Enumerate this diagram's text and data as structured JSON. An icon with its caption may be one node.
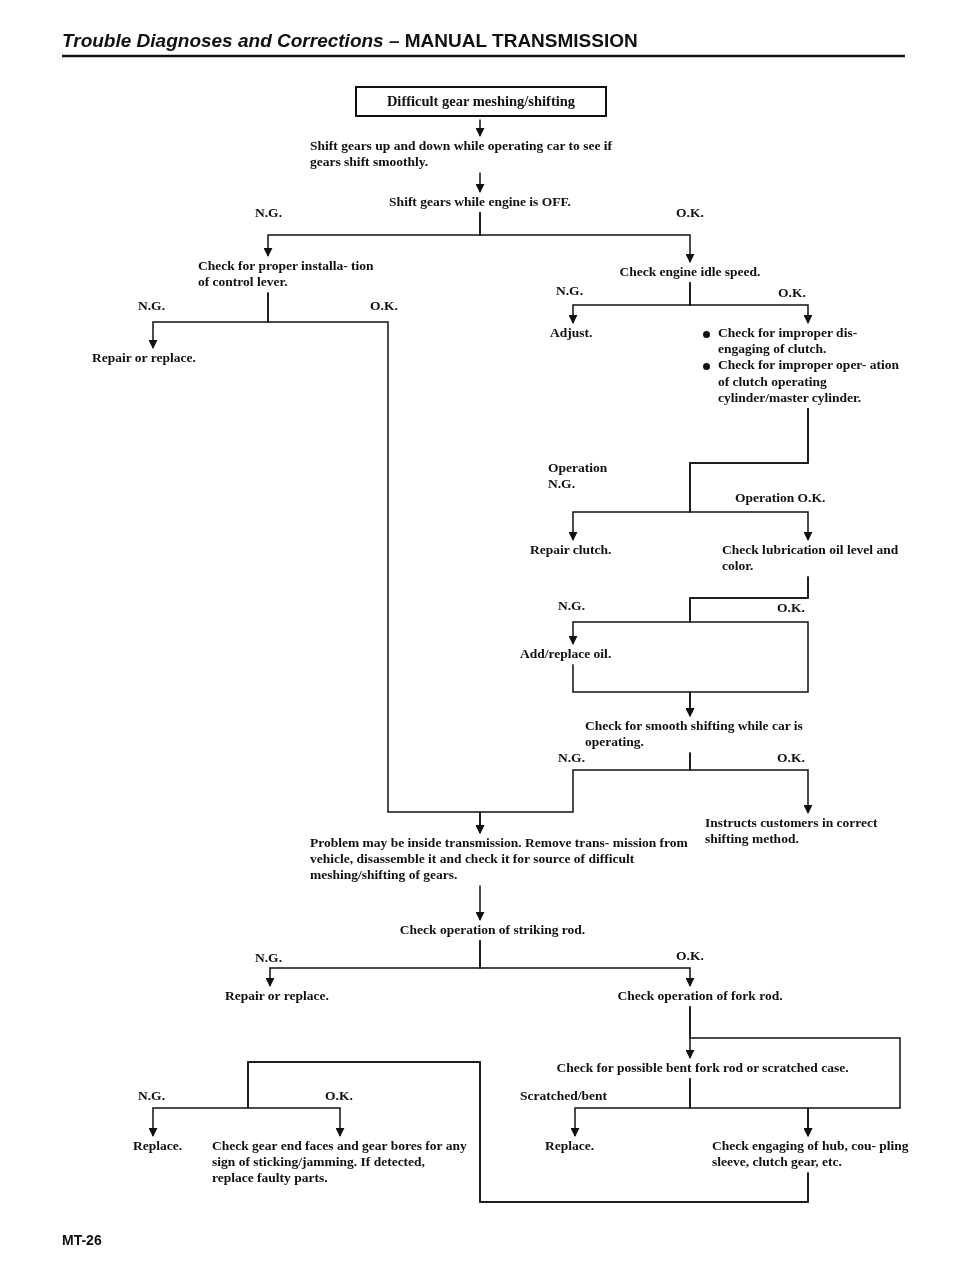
{
  "diagram": {
    "title": "*Trouble Diagnoses and Corrections –* MANUAL TRANSMISSION",
    "nodes": [
      {
        "text": [
          "Difficult gear meshing/shifting"
        ]
      },
      {
        "text": [
          "Shift gears up and down while operating car to see if gears shift smoothly."
        ]
      },
      {
        "text": [
          "Shift gears while engine is OFF."
        ]
      },
      {
        "text": [
          "Check for proper installa- tion of control lever."
        ]
      },
      {
        "text": [
          "Check engine idle speed."
        ]
      },
      {
        "text": [
          "Repair or replace."
        ]
      },
      {
        "text": [
          "Adjust."
        ]
      },
      {
        "text": [
          "Check for improper dis- engaging of clutch.",
          "Check for improper oper- ation of clutch operating cylinder/master cylinder."
        ]
      },
      {
        "text": [
          "Repair clutch."
        ]
      },
      {
        "text": [
          "Check lubrication oil level and color."
        ]
      },
      {
        "text": [
          "Add/replace oil."
        ]
      },
      {
        "text": [
          "Check for smooth shifting while car is operating."
        ]
      },
      {
        "text": [
          "Problem may be inside transmission. Remove trans- mission from vehicle, disassemble it and check it for source of difficult meshing/shifting of gears."
        ]
      },
      {
        "text": [
          "Instructs customers in correct shifting method."
        ]
      },
      {
        "text": [
          "Check operation of striking rod."
        ]
      },
      {
        "text": [
          "Repair or replace."
        ]
      },
      {
        "text": [
          "Check operation of fork rod."
        ]
      },
      {
        "text": [
          "Check for possible bent fork rod or scratched case."
        ]
      },
      {
        "text": [
          "Replace."
        ]
      },
      {
        "text": [
          "Check gear end faces and gear bores for any sign of sticking/jamming. If detected, replace faulty parts."
        ]
      },
      {
        "text": [
          "Replace."
        ]
      },
      {
        "text": [
          "Check engaging of hub, cou- pling sleeve, clutch gear, etc."
        ]
      }
    ],
    "edges": [
      {
        "from": 0,
        "to": 1,
        "arrow": "to"
      },
      {
        "from": 1,
        "to": 2,
        "arrow": "to"
      },
      {
        "from": 2,
        "to": 3,
        "arrow": "to",
        "label": "N.G."
      },
      {
        "from": 2,
        "to": 4,
        "arrow": "to",
        "label": "O.K."
      },
      {
        "from": 3,
        "to": 5,
        "arrow": "to",
        "label": "N.G."
      },
      {
        "from": 3,
        "to": 12,
        "arrow": "to",
        "label": "O.K."
      },
      {
        "from": 4,
        "to": 6,
        "arrow": "to",
        "label": "N.G."
      },
      {
        "from": 4,
        "to": 7,
        "arrow": "to",
        "label": "O.K."
      },
      {
        "from": 7,
        "to": 8,
        "arrow": "to",
        "label": "Operation N.G."
      },
      {
        "from": 7,
        "to": 9,
        "arrow": "to",
        "label": "Operation O.K."
      },
      {
        "from": 9,
        "to": 10,
        "arrow": "to",
        "label": "N.G."
      },
      {
        "from": 9,
        "to": 11,
        "arrow": "to",
        "label": "O.K."
      },
      {
        "from": 10,
        "to": 11,
        "arrow": "to"
      },
      {
        "from": 11,
        "to": 12,
        "arrow": "to",
        "label": "N.G."
      },
      {
        "from": 11,
        "to": 13,
        "arrow": "to",
        "label": "O.K."
      },
      {
        "from": 12,
        "to": 14,
        "arrow": "to"
      },
      {
        "from": 14,
        "to": 15,
        "arrow": "to",
        "label": "N.G."
      },
      {
        "from": 14,
        "to": 16,
        "arrow": "to",
        "label": "O.K."
      },
      {
        "from": 16,
        "to": 17,
        "arrow": "to"
      },
      {
        "from": 16,
        "to": 21,
        "arrow": "to"
      },
      {
        "from": 17,
        "to": 20,
        "arrow": "to",
        "label": "Scratched/bent"
      },
      {
        "from": 17,
        "to": 21,
        "arrow": "to"
      },
      {
        "from": 21,
        "to": 18,
        "arrow": "to",
        "label": "N.G."
      },
      {
        "from": 21,
        "to": 19,
        "arrow": "to",
        "label": "O.K."
      }
    ],
    "labels": [
      "MT-26"
    ]
  }
}
